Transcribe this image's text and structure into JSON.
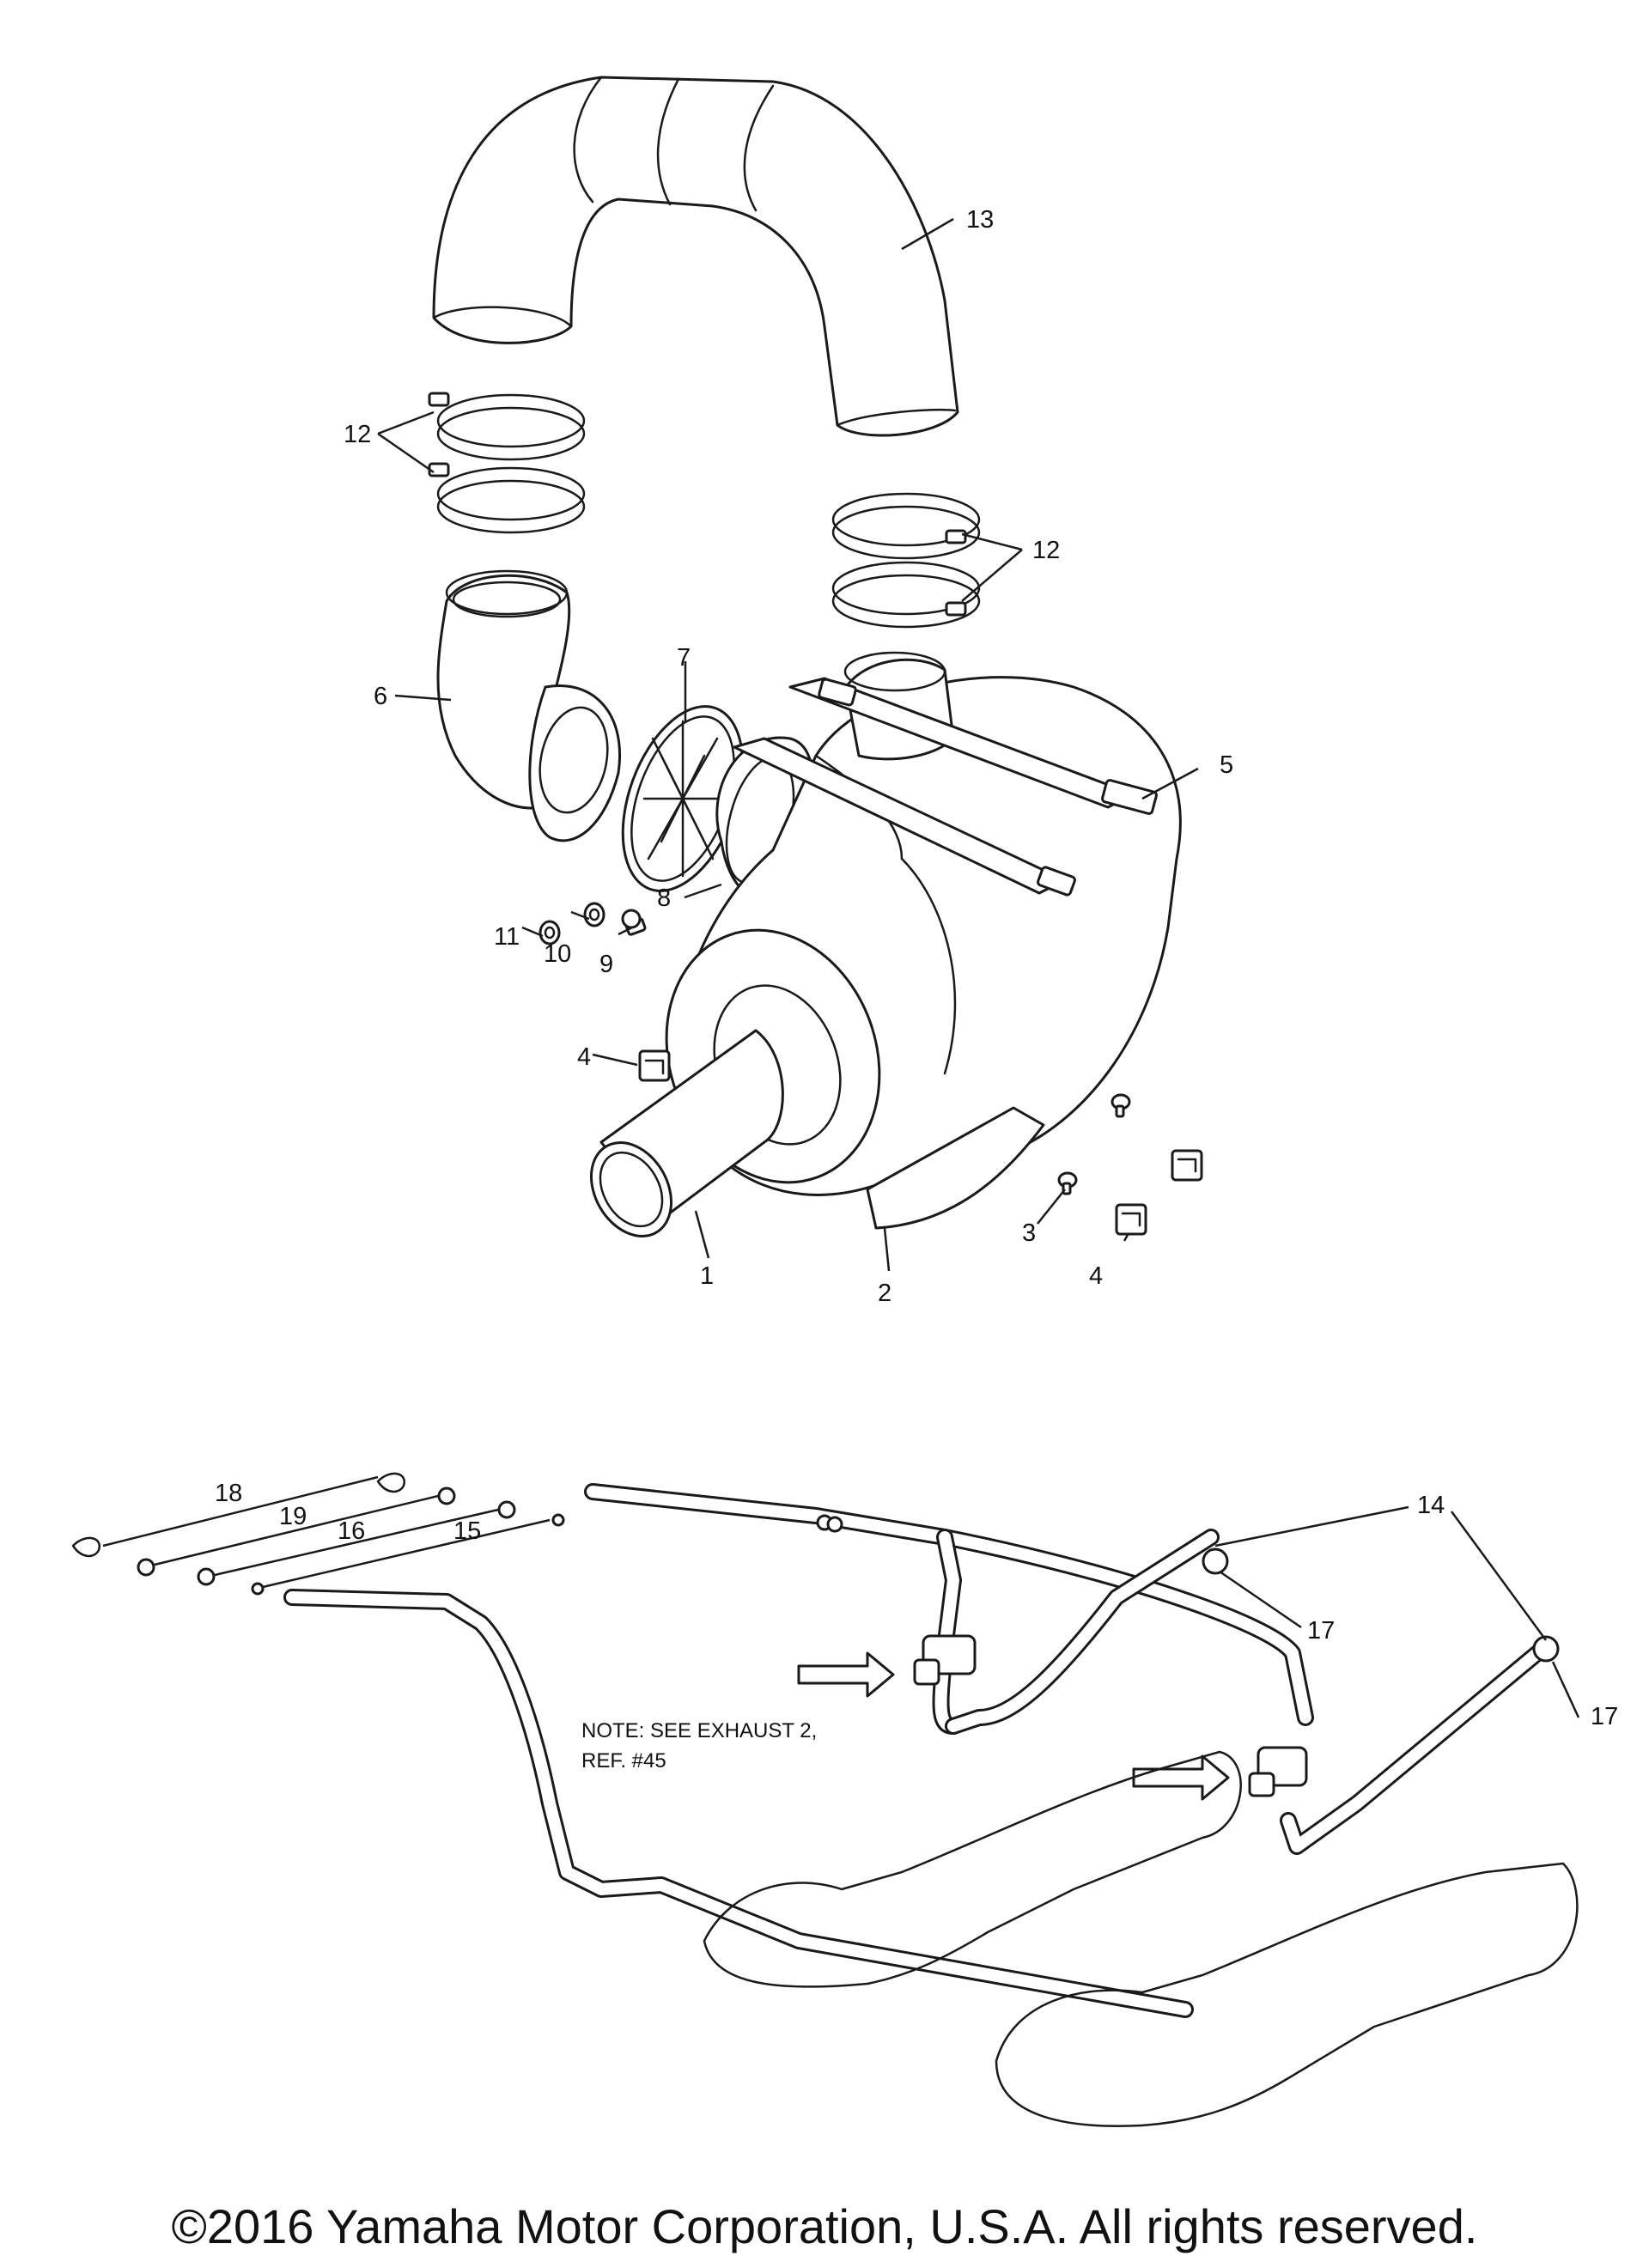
{
  "callouts": {
    "c1": "1",
    "c2": "2",
    "c3": "3",
    "c4a": "4",
    "c4b": "4",
    "c5": "5",
    "c6": "6",
    "c7": "7",
    "c8": "8",
    "c9": "9",
    "c10": "10",
    "c11": "11",
    "c12a": "12",
    "c12b": "12",
    "c13": "13",
    "c14": "14",
    "c15": "15",
    "c16": "16",
    "c17a": "17",
    "c17b": "17",
    "c18": "18",
    "c19": "19"
  },
  "note": {
    "line1": "NOTE: SEE EXHAUST 2,",
    "line2": "REF. #45"
  },
  "copyright": "©2016 Yamaha Motor Corporation, U.S.A. All rights reserved."
}
